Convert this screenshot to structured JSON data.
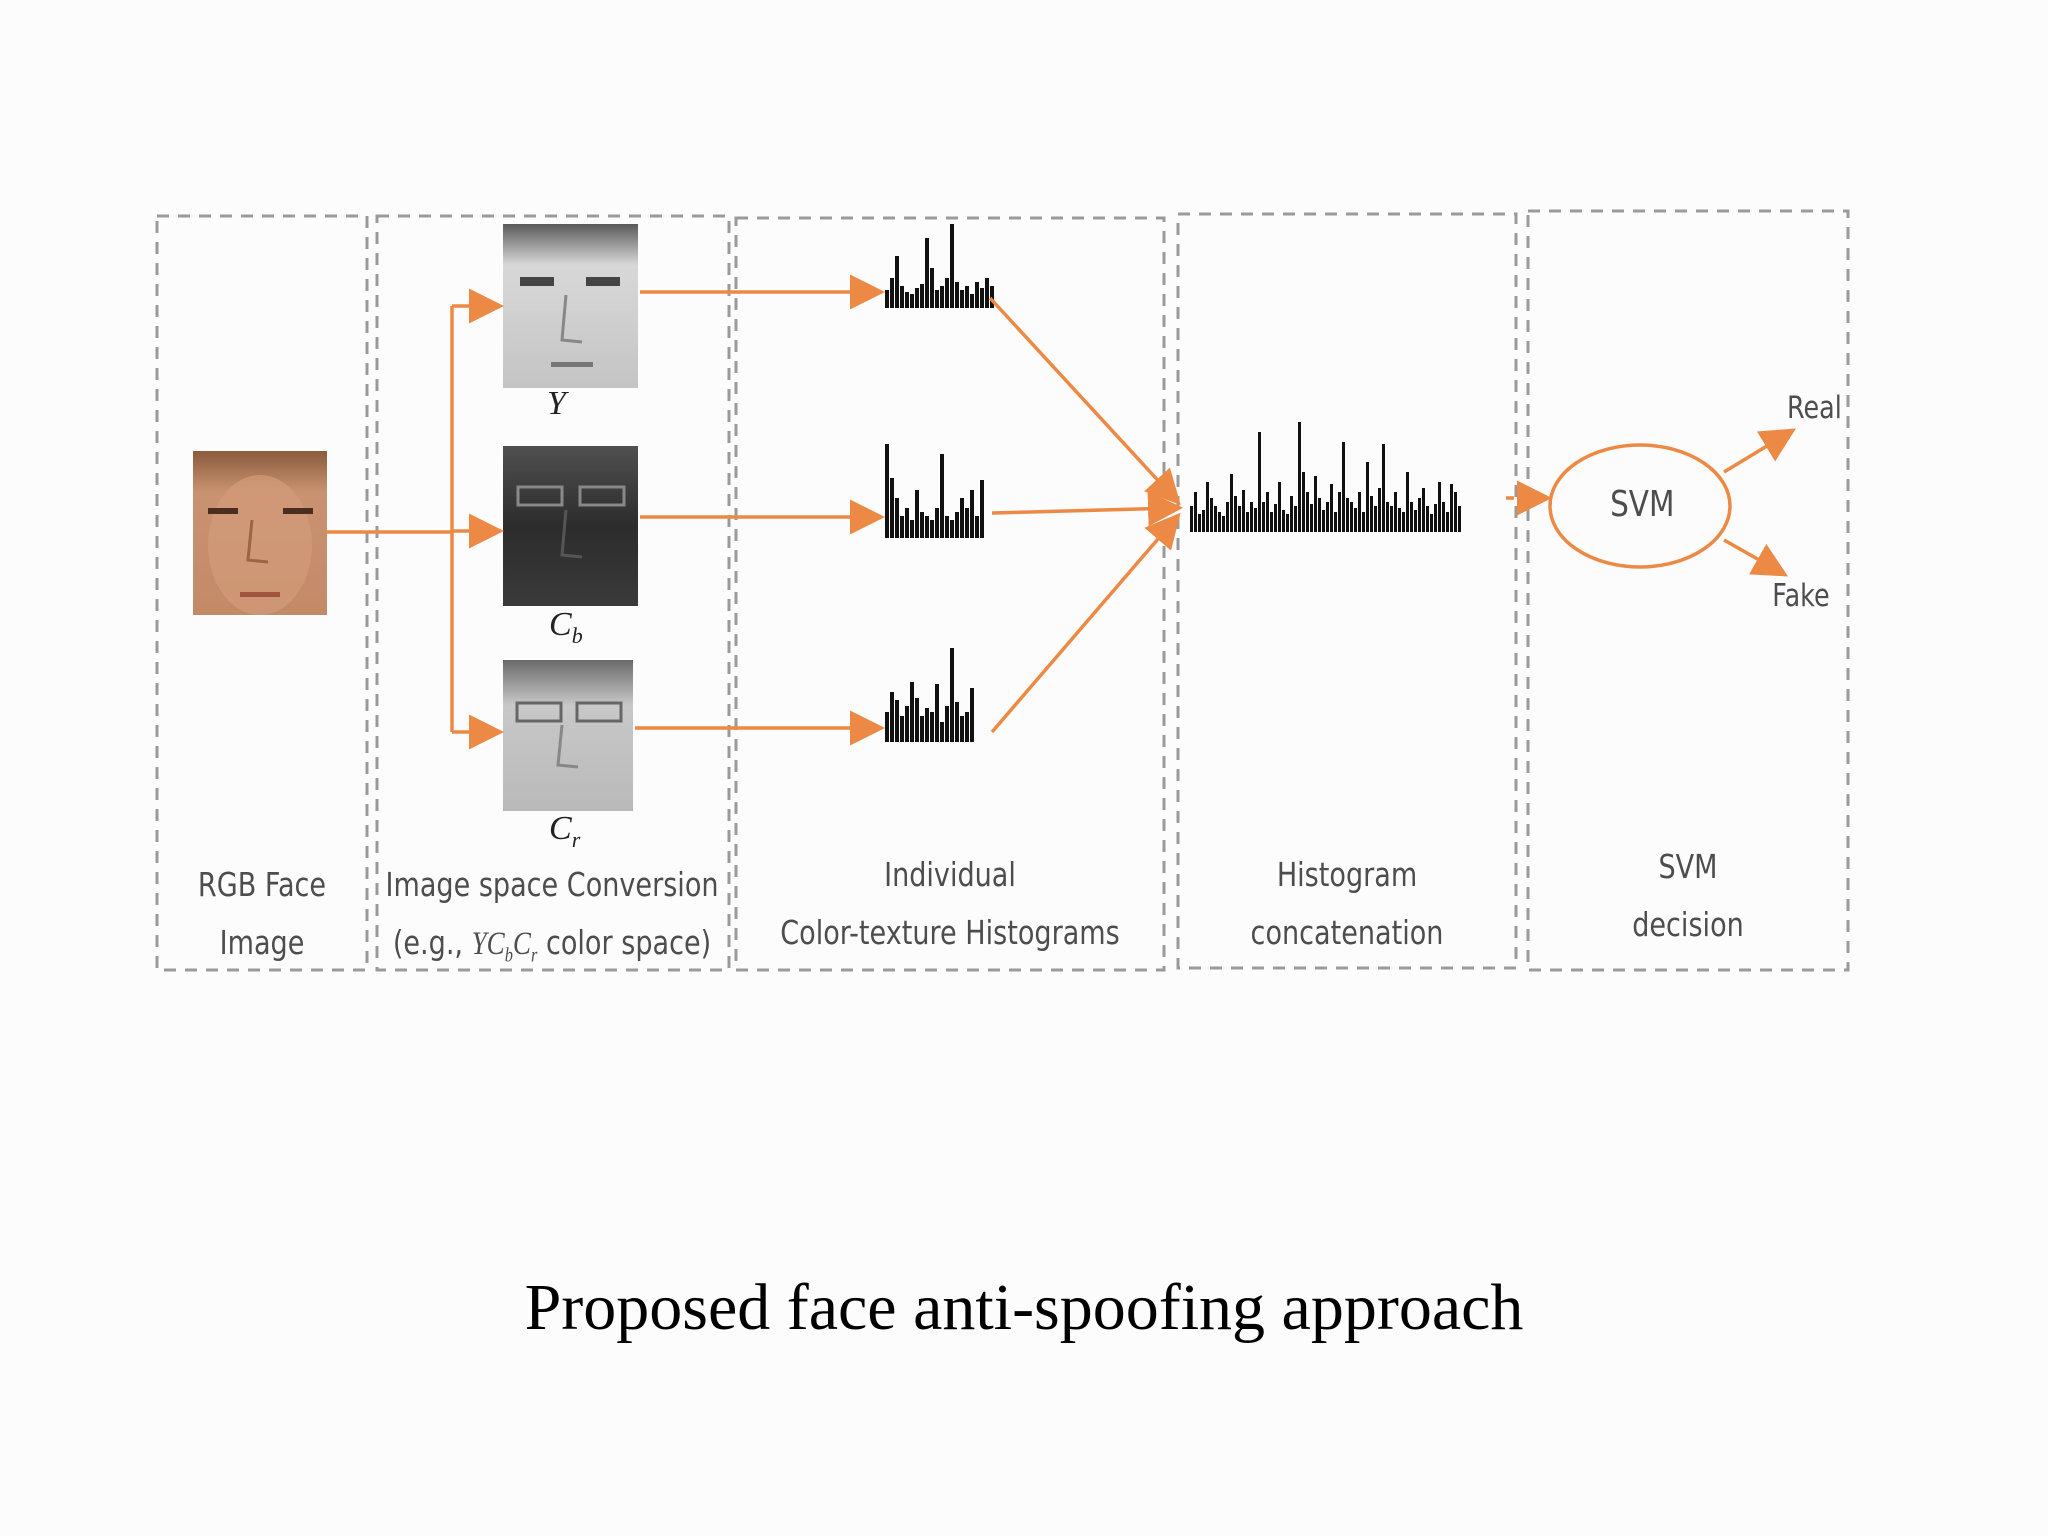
{
  "caption": "Proposed face anti-spoofing approach",
  "colors": {
    "arrow": "#ec8a45",
    "border": "#9a9a9a",
    "bars": "#111111",
    "skin": "#c99271"
  },
  "stages": [
    {
      "line1": "RGB Face",
      "line2": "Image"
    },
    {
      "line1": "Image space Conversion",
      "line2_pre": "(e.g., ",
      "line2_math": "YC_bC_r",
      "line2_post": " color space)"
    },
    {
      "line1": "Individual",
      "line2": "Color-texture Histograms"
    },
    {
      "line1": "Histogram",
      "line2": "concatenation"
    },
    {
      "line1": "SVM",
      "line2": "decision"
    }
  ],
  "channels": [
    {
      "symbol": "Y",
      "sub": ""
    },
    {
      "symbol": "C",
      "sub": "b"
    },
    {
      "symbol": "C",
      "sub": "r"
    }
  ],
  "classifier": {
    "label": "SVM",
    "outputs": [
      "Real",
      "Fake"
    ]
  },
  "icons": [
    "face-photo",
    "grayscale-face",
    "histogram",
    "arrow",
    "ellipse"
  ]
}
